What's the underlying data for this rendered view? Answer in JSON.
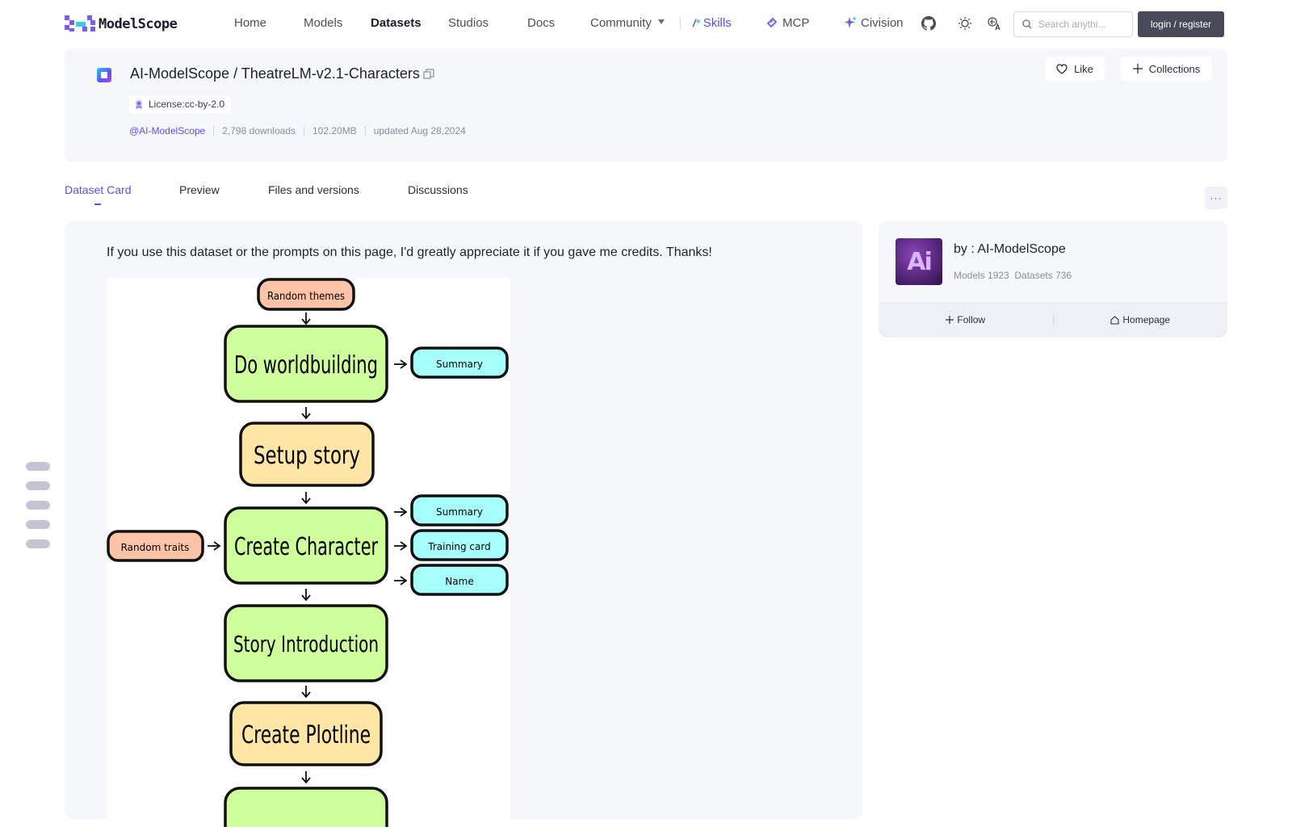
{
  "nav": {
    "brand": "ModelScope",
    "items": [
      {
        "label": "Home"
      },
      {
        "label": "Models"
      },
      {
        "label": "Datasets"
      },
      {
        "label": "Studios"
      },
      {
        "label": "Docs"
      },
      {
        "label": "Community"
      },
      {
        "label": "Skills"
      },
      {
        "label": "MCP"
      },
      {
        "label": "Civision"
      }
    ],
    "search_placeholder": "Search anythi...",
    "login_label": "login / register",
    "accent_color": "#5b4ce8",
    "icons": [
      "github-icon",
      "sun-icon",
      "translate-icon",
      "search-icon"
    ]
  },
  "dataset": {
    "owner": "AI-ModelScope",
    "separator": " / ",
    "name": "TheatreLM-v2.1-Characters",
    "license": "License:cc-by-2.0",
    "owner_handle": "@AI-ModelScope",
    "downloads": "2,798 downloads",
    "size": "102.20MB",
    "updated": "updated Aug 28,2024",
    "like_label": "Like",
    "collections_label": "Collections"
  },
  "tabs": [
    {
      "label": "Dataset Card",
      "active": true
    },
    {
      "label": "Preview"
    },
    {
      "label": "Files and versions"
    },
    {
      "label": "Discussions"
    }
  ],
  "more_label": "···",
  "content": {
    "intro": "If you use this dataset or the prompts on this page, I'd greatly appreciate it if you gave me credits. Thanks!",
    "flowchart": {
      "nodes": {
        "random_themes": "Random themes",
        "worldbuilding": "Do worldbuilding",
        "summary_1": "Summary",
        "setup_story": "Setup story",
        "random_traits": "Random traits",
        "create_character": "Create Character",
        "summary_2": "Summary",
        "training_card": "Training card",
        "name": "Name",
        "story_intro": "Story Introduction",
        "create_plotline": "Create Plotline"
      },
      "colors": {
        "salmon": "#ffc4a8",
        "green": "#ceff9c",
        "cyan": "#a6fffb",
        "yellow": "#ffe5a6"
      }
    }
  },
  "author": {
    "avatar_text": "Ai",
    "by_label": "by : AI-ModelScope",
    "counts": "Models 1923  Datasets 736",
    "follow_label": "Follow",
    "homepage_label": "Homepage"
  }
}
